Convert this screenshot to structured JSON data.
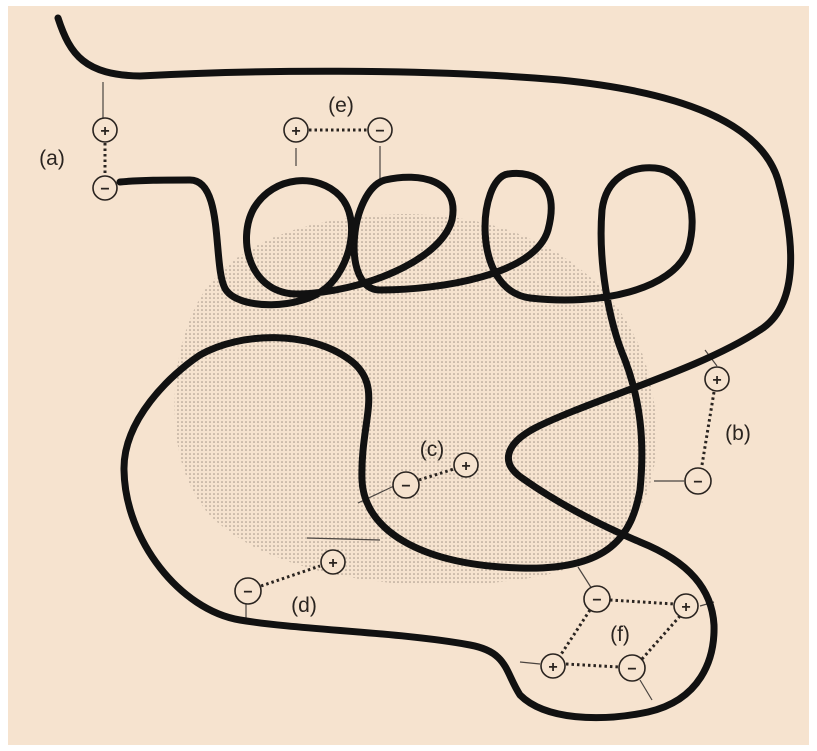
{
  "colors": {
    "background": "#f6e3cf",
    "chain": "#111111",
    "core_dots": "#a09283"
  },
  "labels": {
    "a": "(a)",
    "b": "(b)",
    "c": "(c)",
    "d": "(d)",
    "e": "(e)",
    "f": "(f)"
  },
  "charges": {
    "positive": "+",
    "negative": "−"
  }
}
